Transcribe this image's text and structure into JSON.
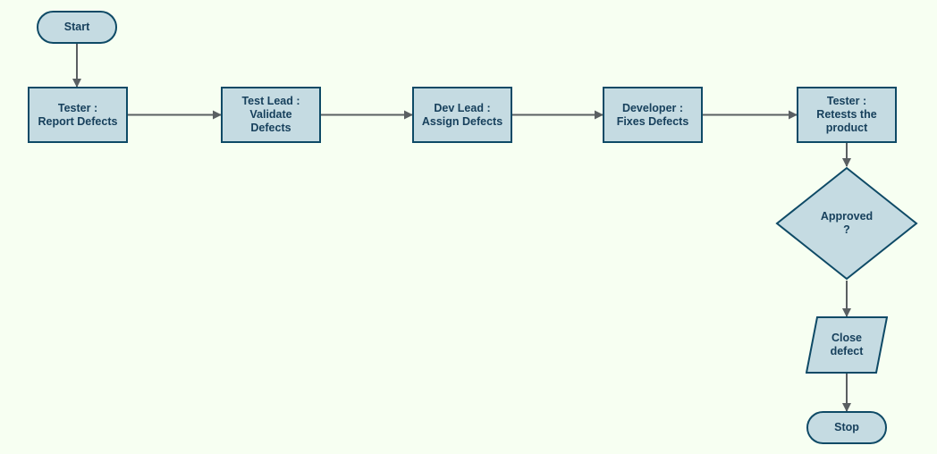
{
  "diagram": {
    "nodes": [
      {
        "id": "start",
        "shape": "terminator",
        "label": "Start"
      },
      {
        "id": "report",
        "shape": "process",
        "label": "Tester :\nReport Defects"
      },
      {
        "id": "validate",
        "shape": "process",
        "label": "Test Lead :\nValidate\nDefects"
      },
      {
        "id": "assign",
        "shape": "process",
        "label": "Dev Lead :\nAssign Defects"
      },
      {
        "id": "fix",
        "shape": "process",
        "label": "Developer :\nFixes Defects"
      },
      {
        "id": "retest",
        "shape": "process",
        "label": "Tester :\nRetests the\nproduct"
      },
      {
        "id": "approved",
        "shape": "decision",
        "label": "Approved\n?"
      },
      {
        "id": "close",
        "shape": "data",
        "label": "Close\ndefect"
      },
      {
        "id": "stop",
        "shape": "terminator",
        "label": "Stop"
      }
    ],
    "edges": [
      {
        "from": "start",
        "to": "report"
      },
      {
        "from": "report",
        "to": "validate"
      },
      {
        "from": "validate",
        "to": "assign"
      },
      {
        "from": "assign",
        "to": "fix"
      },
      {
        "from": "fix",
        "to": "retest"
      },
      {
        "from": "retest",
        "to": "approved"
      },
      {
        "from": "approved",
        "to": "close"
      },
      {
        "from": "close",
        "to": "stop"
      }
    ],
    "colors": {
      "background": "#f7fff2",
      "node_fill": "#c5dbe2",
      "node_stroke": "#0e4a66",
      "text": "#17405c",
      "edge": "#5a5f62"
    }
  }
}
